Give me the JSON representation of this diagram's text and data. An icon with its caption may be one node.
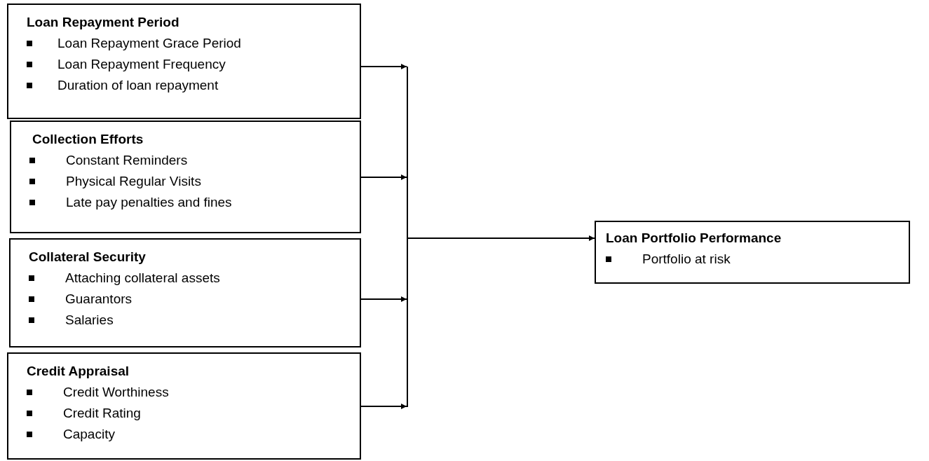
{
  "diagram": {
    "nodes": [
      {
        "text": [
          "Loan Repayment Period",
          "Loan Repayment Grace Period",
          "Loan Repayment Frequency",
          "Duration of loan repayment"
        ]
      },
      {
        "text": [
          "Collection Efforts",
          "Constant Reminders",
          "Physical Regular Visits",
          "Late pay penalties and fines"
        ]
      },
      {
        "text": [
          "Collateral Security",
          "Attaching collateral assets",
          "Guarantors",
          "Salaries"
        ]
      },
      {
        "text": [
          "Credit Appraisal",
          "Credit Worthiness",
          "Credit Rating",
          "Capacity"
        ]
      },
      {
        "text": [],
        "shape": "bar"
      },
      {
        "text": [
          "Loan Portfolio Performance",
          "Portfolio at risk"
        ]
      }
    ],
    "edges": [
      {
        "from": 0,
        "to": 4,
        "arrow": "to"
      },
      {
        "from": 1,
        "to": 4,
        "arrow": "to"
      },
      {
        "from": 2,
        "to": 4,
        "arrow": "to"
      },
      {
        "from": 3,
        "to": 4,
        "arrow": "to"
      },
      {
        "from": 4,
        "to": 5,
        "arrow": "to"
      }
    ]
  }
}
